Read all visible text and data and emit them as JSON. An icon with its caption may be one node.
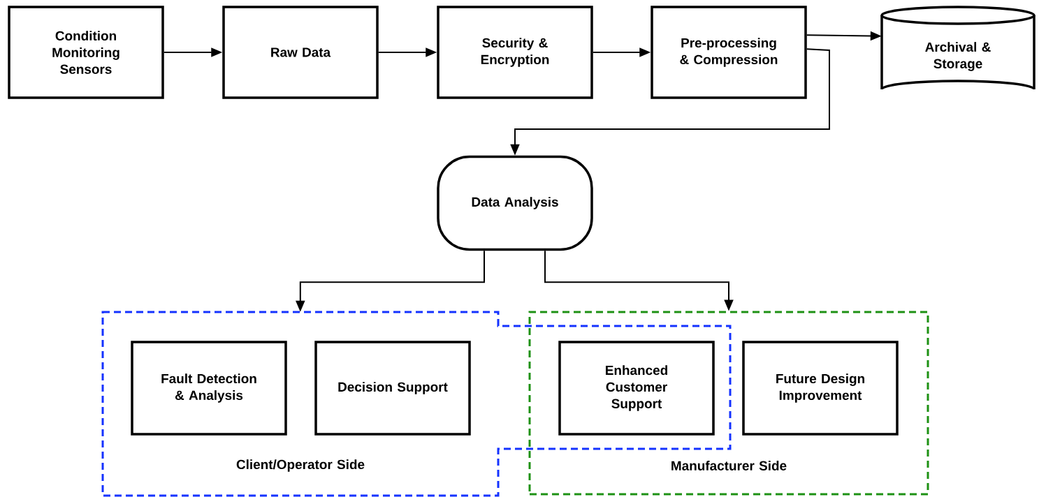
{
  "diagram": {
    "nodes": [
      {
        "text": [
          "Condition Monitoring Sensors"
        ]
      },
      {
        "text": [
          "Raw Data"
        ]
      },
      {
        "text": [
          "Security & Encryption"
        ]
      },
      {
        "text": [
          "Pre-processing & Compression"
        ]
      },
      {
        "text": [
          "Archival & Storage"
        ]
      },
      {
        "text": [
          "Data Analysis"
        ]
      },
      {
        "text": [
          "Client/Operator Side"
        ]
      },
      {
        "text": [
          "Manufacturer Side"
        ]
      },
      {
        "text": [
          "Fault Detection & Analysis"
        ],
        "in": 6
      },
      {
        "text": [
          "Decision Support"
        ],
        "in": 6
      },
      {
        "text": [
          "Enhanced Customer Support"
        ]
      },
      {
        "text": [
          "Future Design Improvement"
        ],
        "in": 7
      }
    ],
    "edges": [
      {
        "from": 0,
        "to": 1,
        "arrow": "to"
      },
      {
        "from": 1,
        "to": 2,
        "arrow": "to"
      },
      {
        "from": 2,
        "to": 3,
        "arrow": "to"
      },
      {
        "from": 3,
        "to": 4,
        "arrow": "to"
      },
      {
        "from": 3,
        "to": 5,
        "arrow": "to"
      },
      {
        "from": 5,
        "to": 6,
        "arrow": "to"
      },
      {
        "from": 5,
        "to": 7,
        "arrow": "to"
      }
    ]
  }
}
